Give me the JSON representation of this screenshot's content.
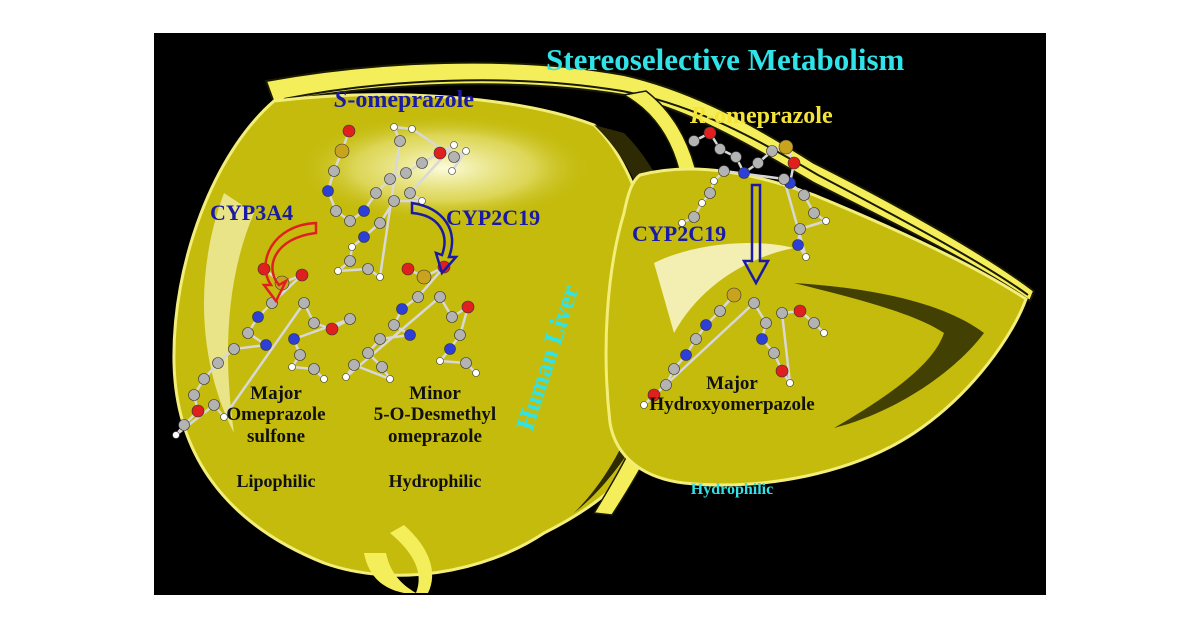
{
  "title": "Stereoselective Metabolism",
  "organ_label": "Human Liver",
  "s_isomer": {
    "prefix": "S",
    "suffix": "-omeprazole",
    "color": "#1a1aa6"
  },
  "r_isomer": {
    "prefix": "R",
    "suffix": "-omeprazole",
    "color": "#f4e43a"
  },
  "enzymes": {
    "s_major": "CYP3A4",
    "s_minor": "CYP2C19",
    "r": "CYP2C19"
  },
  "products": {
    "s_major": {
      "rank": "Major",
      "line1": "Omeprazole",
      "line2": "sulfone",
      "property": "Lipophilic"
    },
    "s_minor": {
      "rank": "Minor",
      "line1": "5-O-Desmethyl",
      "line2": "omeprazole",
      "property": "Hydrophilic"
    },
    "r_major": {
      "rank": "Major",
      "line1": "Hydroxyomerpazole",
      "property": "Hydrophilic"
    }
  },
  "colors": {
    "background": "#000000",
    "liver": "#c4bb0c",
    "liver_outline": "#f3ee7a",
    "title": "#2fe3e8",
    "enzyme": "#1a1aa6",
    "atom_carbon": "#b3b3b3",
    "atom_nitrogen": "#2c3fd6",
    "atom_oxygen": "#e01f1f",
    "atom_sulfur": "#c9a21e",
    "atom_hydrogen": "#ffffff"
  }
}
